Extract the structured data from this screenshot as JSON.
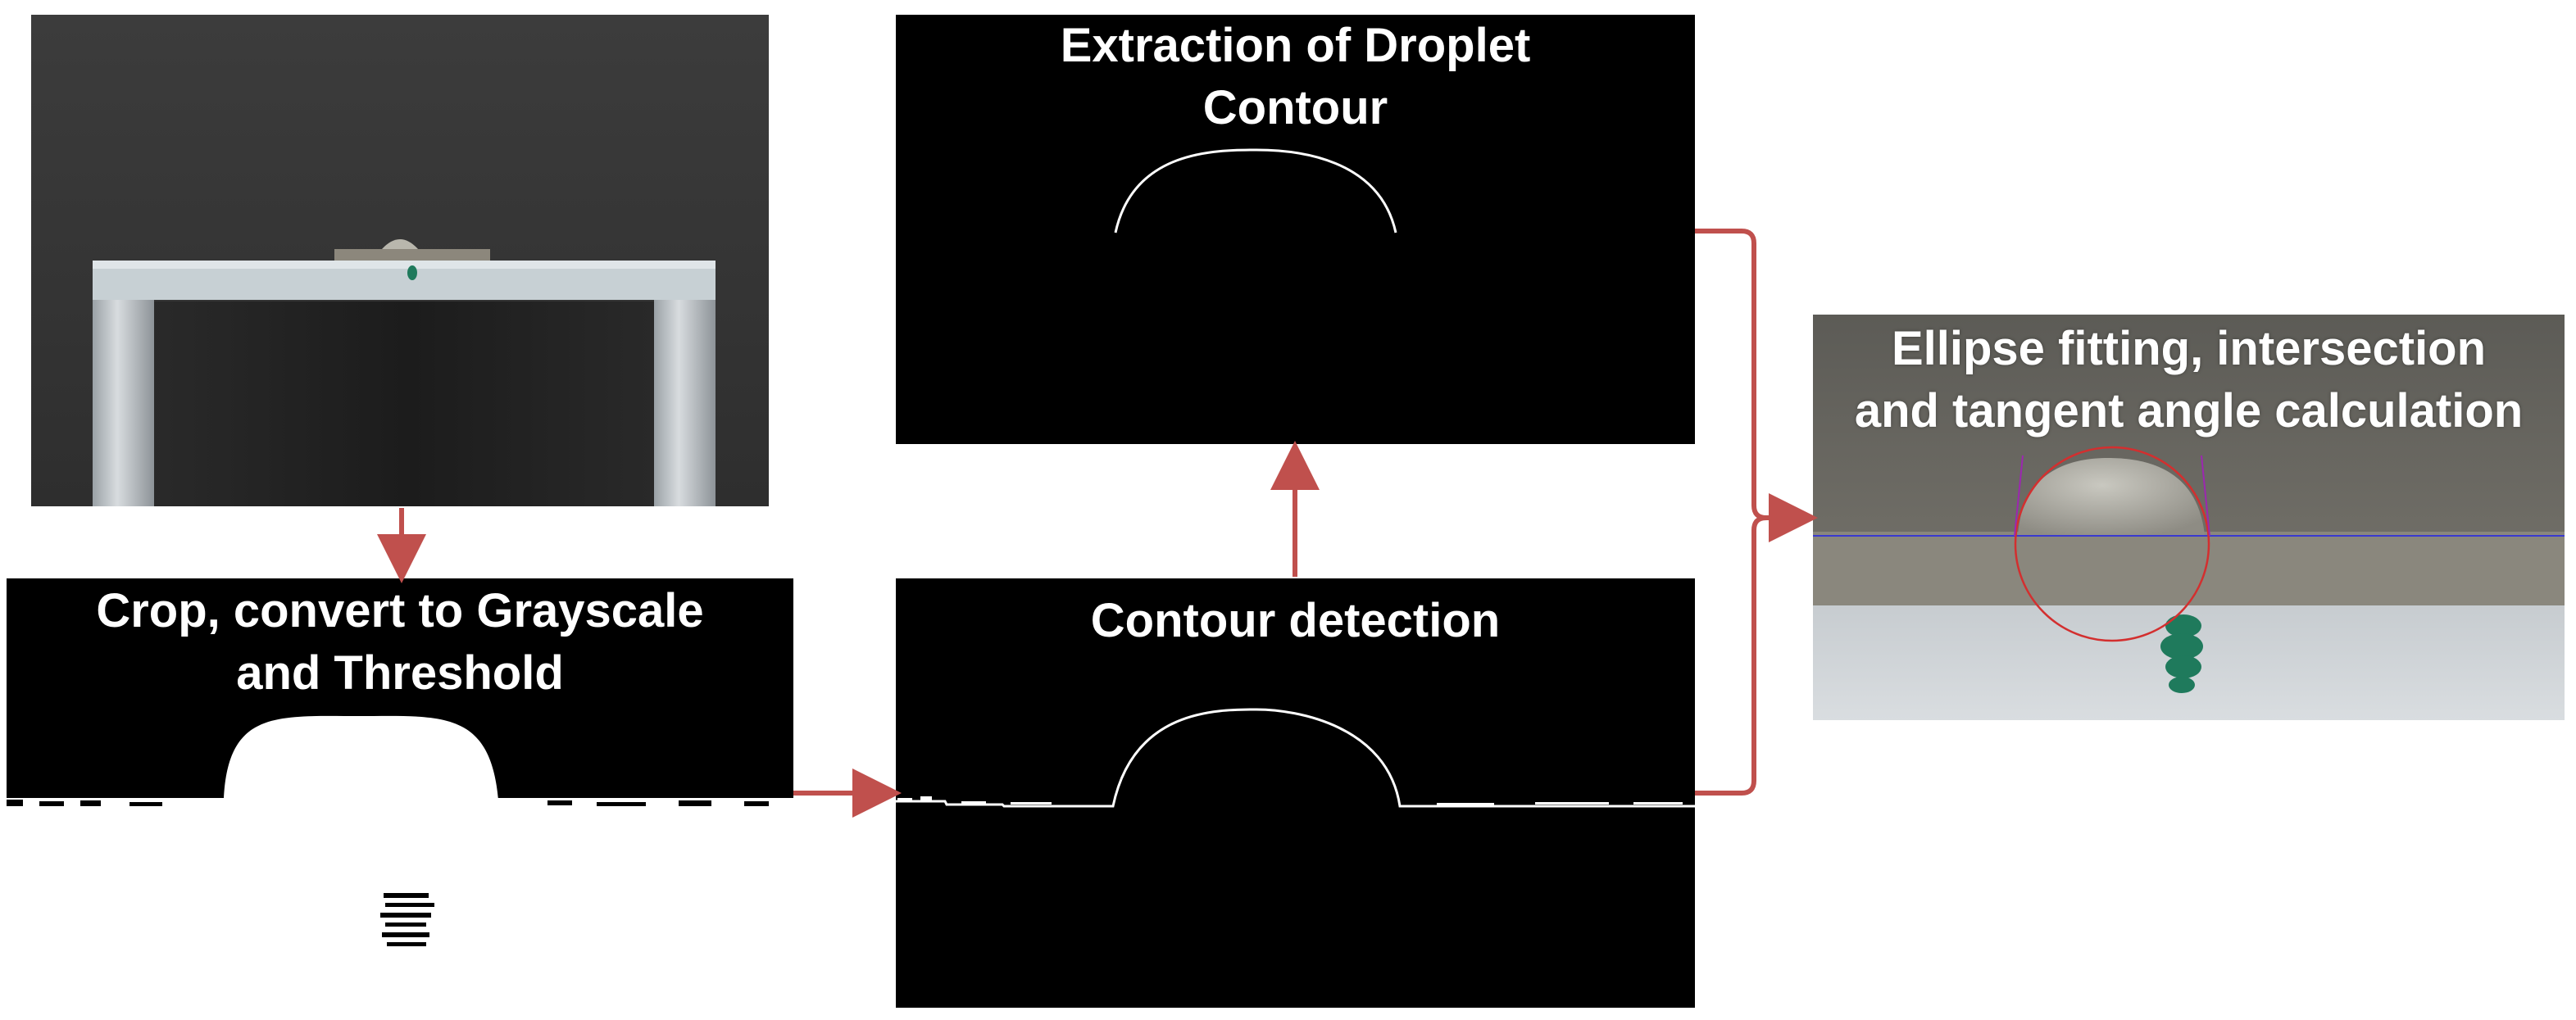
{
  "panels": {
    "photo": {
      "name": "original-photo"
    },
    "threshold": {
      "label": "Crop, convert to Grayscale\nand Threshold"
    },
    "contour_detection": {
      "label": "Contour detection"
    },
    "extraction": {
      "label": "Extraction of Droplet\nContour"
    },
    "ellipse": {
      "label": "Ellipse fitting, intersection\nand tangent angle calculation"
    }
  },
  "colors": {
    "arrow": "#c0504d",
    "background": "#ffffff",
    "panel_black": "#000000",
    "fit_ellipse": "#d32f2f",
    "baseline": "#3a3ad0",
    "tangent": "#9c27b0",
    "dye": "#1f7a5c"
  }
}
